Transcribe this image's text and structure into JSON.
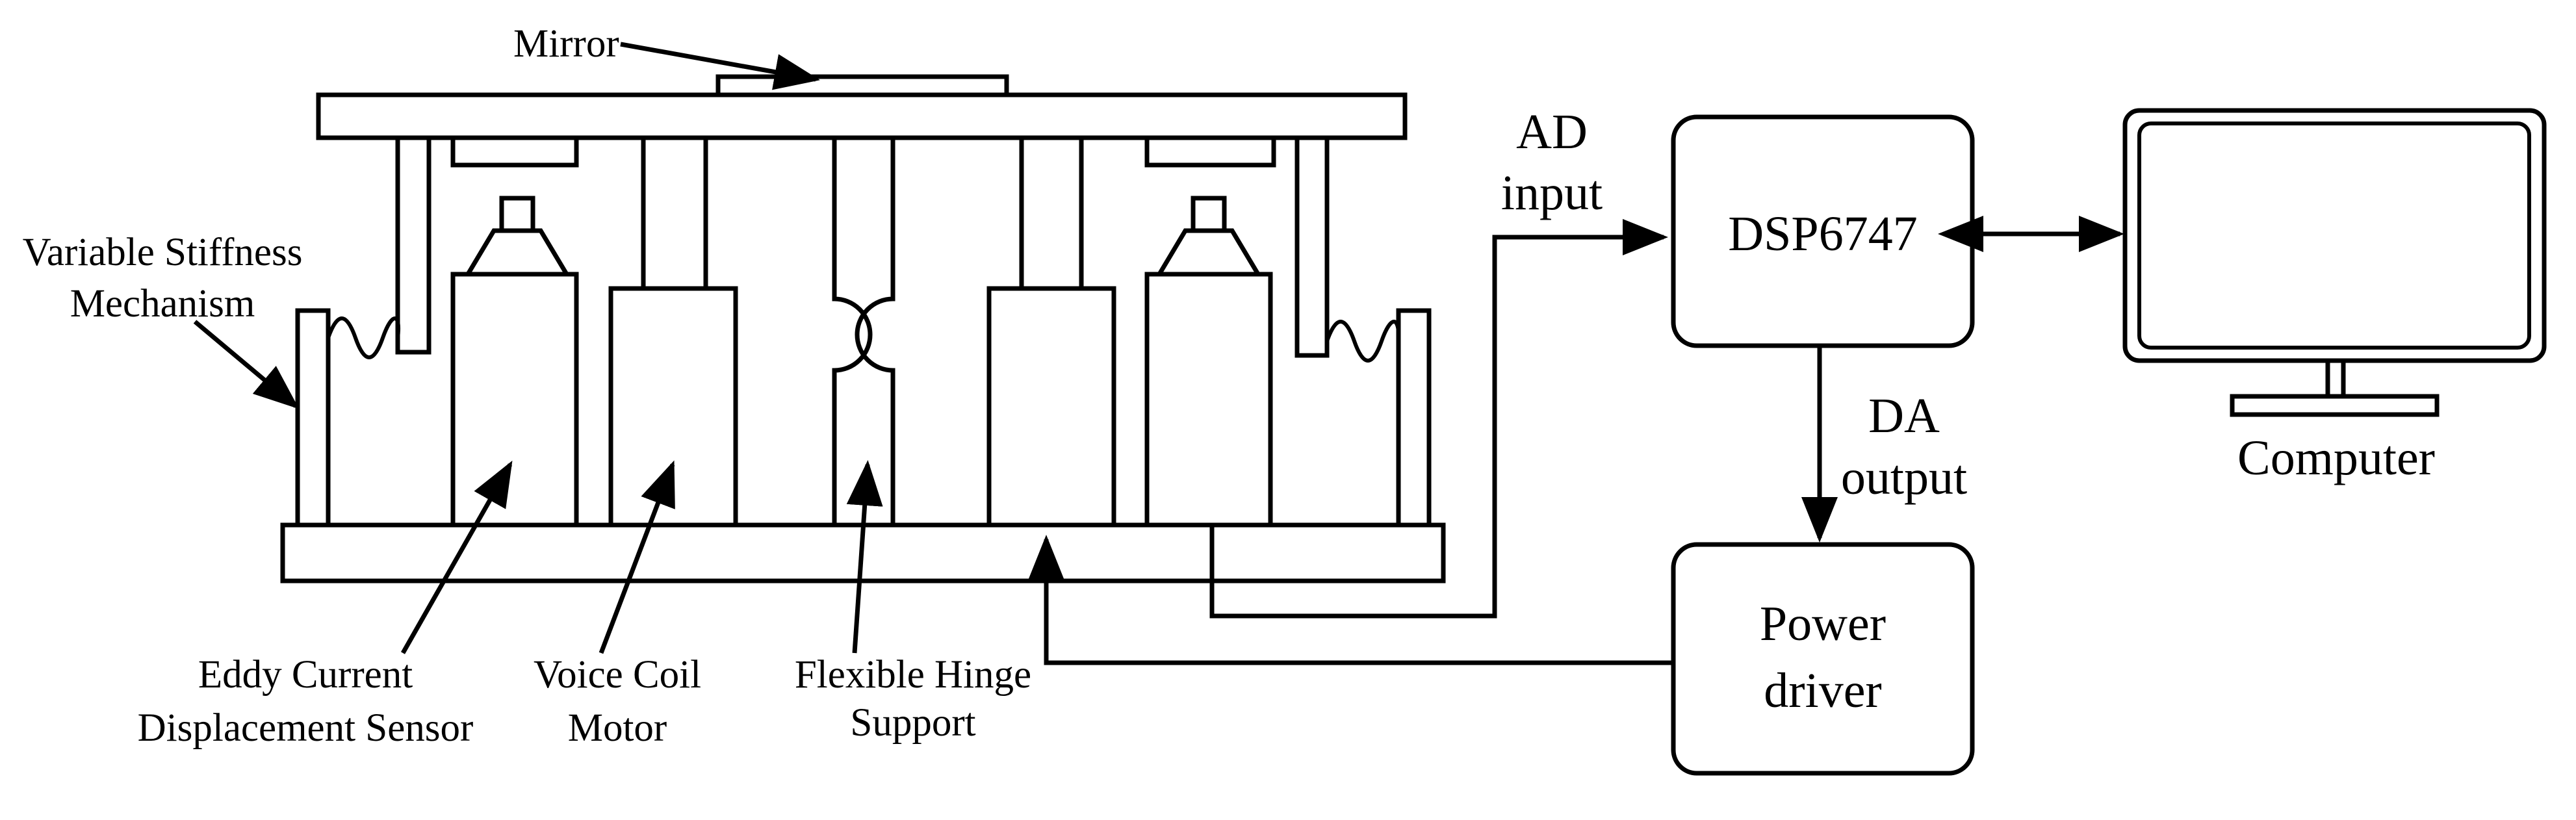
{
  "labels": {
    "mirror": "Mirror",
    "variable_stiffness_line1": "Variable Stiffness",
    "variable_stiffness_line2": "Mechanism",
    "eddy_line1": "Eddy Current",
    "eddy_line2": "Displacement Sensor",
    "vcm_line1": "Voice Coil",
    "vcm_line2": "Motor",
    "hinge_line1": "Flexible Hinge",
    "hinge_line2": "Support",
    "ad_line1": "AD",
    "ad_line2": "input",
    "da_line1": "DA",
    "da_line2": "output"
  },
  "blocks": {
    "dsp": "DSP6747",
    "power_line1": "Power",
    "power_line2": "driver",
    "computer": "Computer"
  }
}
